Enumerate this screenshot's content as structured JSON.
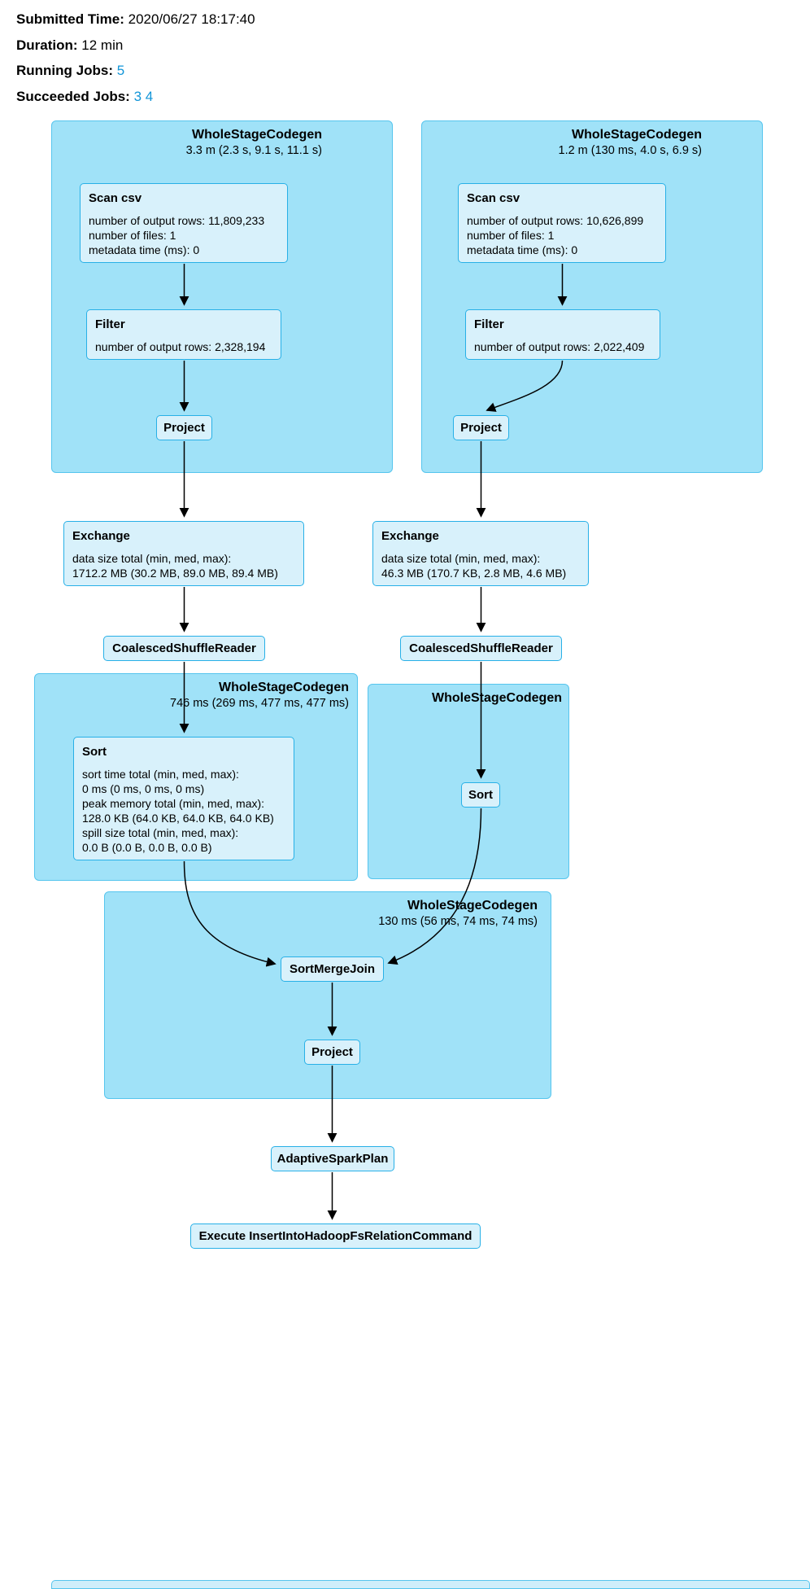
{
  "header": {
    "submitted_time": {
      "label": "Submitted Time:",
      "value": "2020/06/27 18:17:40"
    },
    "duration": {
      "label": "Duration:",
      "value": "12 min"
    },
    "running_jobs": {
      "label": "Running Jobs:",
      "links": [
        "5"
      ]
    },
    "succeeded_jobs": {
      "label": "Succeeded Jobs:",
      "links": [
        "3",
        "4"
      ]
    }
  },
  "colors": {
    "cluster_fill": "#a0e2f8",
    "cluster_border": "#56c5ee",
    "node_fill": "#d8f1fb",
    "node_border": "#28b0e7",
    "link": "#1295d8",
    "edge": "#000000",
    "strip_fill": "#cfeefa"
  },
  "dag": {
    "clusters": {
      "codegen_top_left": {
        "title": "WholeStageCodegen",
        "subtitle": "3.3 m (2.3 s, 9.1 s, 11.1 s)"
      },
      "codegen_top_right": {
        "title": "WholeStageCodegen",
        "subtitle": "1.2 m (130 ms, 4.0 s, 6.9 s)"
      },
      "codegen_sort_left": {
        "title": "WholeStageCodegen",
        "subtitle": "746 ms (269 ms, 477 ms, 477 ms)"
      },
      "codegen_sort_right": {
        "title": "WholeStageCodegen",
        "subtitle": ""
      },
      "codegen_join": {
        "title": "WholeStageCodegen",
        "subtitle": "130 ms (56 ms, 74 ms, 74 ms)"
      }
    },
    "nodes": {
      "scan_left": {
        "title": "Scan csv",
        "lines": [
          "number of output rows: 11,809,233",
          "number of files: 1",
          "metadata time (ms): 0"
        ]
      },
      "filter_left": {
        "title": "Filter",
        "lines": [
          "number of output rows: 2,328,194"
        ]
      },
      "project_left": {
        "title": "Project"
      },
      "scan_right": {
        "title": "Scan csv",
        "lines": [
          "number of output rows: 10,626,899",
          "number of files: 1",
          "metadata time (ms): 0"
        ]
      },
      "filter_right": {
        "title": "Filter",
        "lines": [
          "number of output rows: 2,022,409"
        ]
      },
      "project_right": {
        "title": "Project"
      },
      "exchange_left": {
        "title": "Exchange",
        "lines": [
          "data size total (min, med, max):",
          "1712.2 MB (30.2 MB, 89.0 MB, 89.4 MB)"
        ]
      },
      "exchange_right": {
        "title": "Exchange",
        "lines": [
          "data size total (min, med, max):",
          "46.3 MB (170.7 KB, 2.8 MB, 4.6 MB)"
        ]
      },
      "coalesced_left": {
        "title": "CoalescedShuffleReader"
      },
      "coalesced_right": {
        "title": "CoalescedShuffleReader"
      },
      "sort_left": {
        "title": "Sort",
        "lines": [
          "sort time total (min, med, max):",
          "0 ms (0 ms, 0 ms, 0 ms)",
          "peak memory total (min, med, max):",
          "128.0 KB (64.0 KB, 64.0 KB, 64.0 KB)",
          "spill size total (min, med, max):",
          "0.0 B (0.0 B, 0.0 B, 0.0 B)"
        ]
      },
      "sort_right": {
        "title": "Sort"
      },
      "sort_merge_join": {
        "title": "SortMergeJoin"
      },
      "project_join": {
        "title": "Project"
      },
      "adaptive_spark_plan": {
        "title": "AdaptiveSparkPlan"
      },
      "execute_insert": {
        "title": "Execute InsertIntoHadoopFsRelationCommand"
      }
    }
  }
}
